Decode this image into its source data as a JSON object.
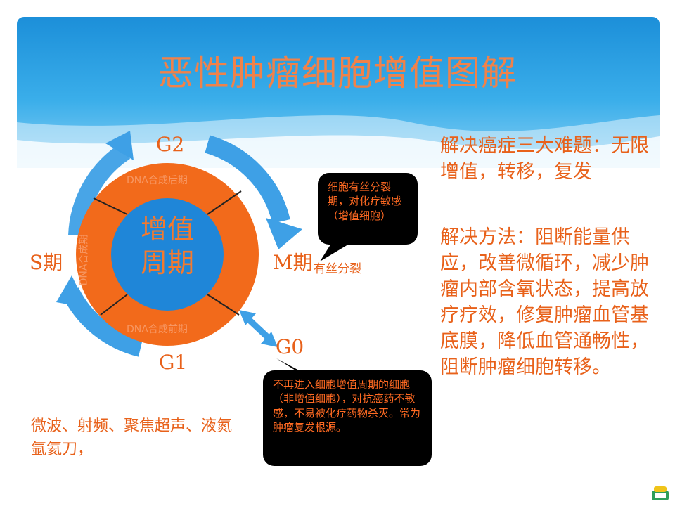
{
  "slide": {
    "title": "恶性肿瘤细胞增值图解"
  },
  "cycle": {
    "center_text": "增值周期",
    "center_line1": "增值",
    "center_line2": "周期",
    "labels": {
      "g2": "G2",
      "s": "S期",
      "m": "M期",
      "m_note": "有丝分裂",
      "g1": "G1",
      "g0": "G0"
    },
    "phases": {
      "g2_phase": "DNA合成后期",
      "s_phase": "DNA合成期",
      "g1_phase": "DNA合成前期"
    }
  },
  "callouts": {
    "mitosis": "细胞有丝分裂期，对化疗敏感（增值细胞）",
    "g0": "不再进入细胞增值周期的细胞（非增值细胞），对抗癌药不敏感，不易被化疗药物杀灭。常为肿瘤复发根源。"
  },
  "right_panel": {
    "problems": "解决癌症三大难题：无限增值，转移，复发",
    "methods": "解决方法：阻断能量供应，改善微循环，减少肿瘤内部含氧状态，提高放疗疗效，修复肿瘤血管基底膜，降低血管通畅性，阻断肿瘤细胞转移。"
  },
  "bottom_text": "微波、射频、聚焦超声、液氮 氩氦刀，",
  "colors": {
    "accent_orange": "#e8611a",
    "ring_orange": "#f26a1b",
    "inner_blue": "#1f86d8",
    "arrow_blue": "#3ea0e6",
    "callout_black": "#000000"
  },
  "icons": {
    "cycle_arrows": "curved-arrow-icon",
    "logo": "slide-logo-icon"
  }
}
